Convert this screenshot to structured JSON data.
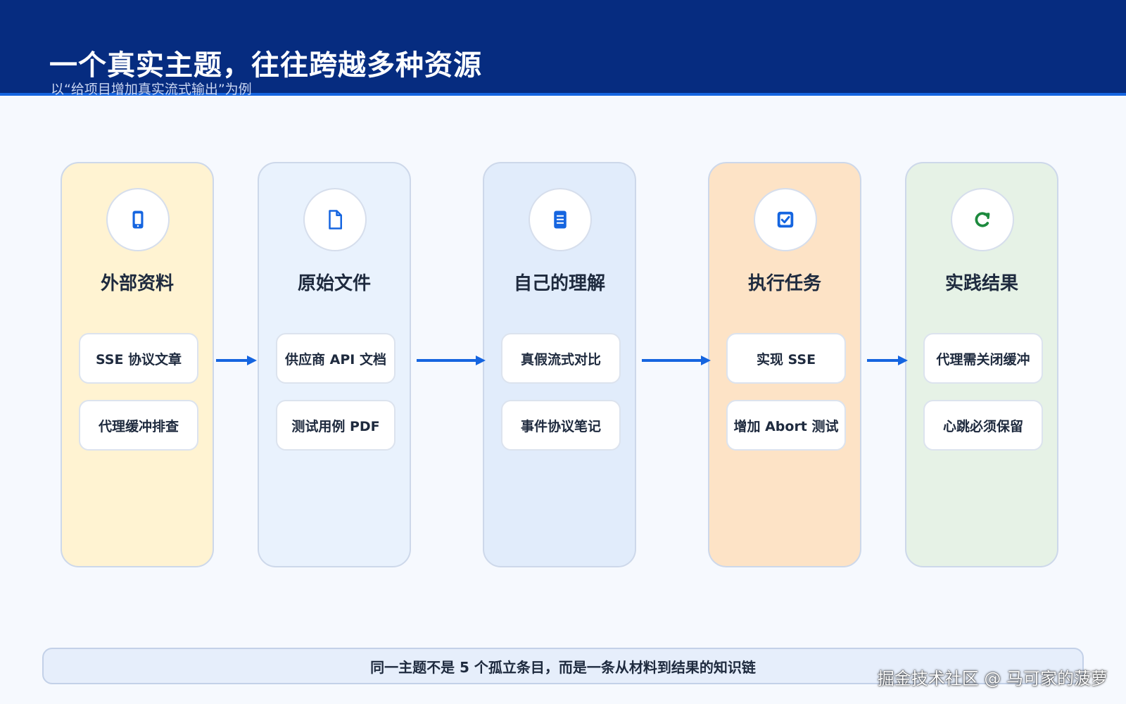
{
  "header": {
    "title": "一个真实主题，往往跨越多种资源",
    "subtitle": "以“给项目增加真实流式输出”为例"
  },
  "stages": [
    {
      "title": "外部资料",
      "icon": "phone-icon",
      "color": "#fff3d2",
      "items": [
        "SSE 协议文章",
        "代理缓冲排查"
      ]
    },
    {
      "title": "原始文件",
      "icon": "file-icon",
      "color": "#e9f2fd",
      "items": [
        "供应商 API 文档",
        "测试用例 PDF"
      ]
    },
    {
      "title": "自己的理解",
      "icon": "notes-icon",
      "color": "#e1ecfb",
      "items": [
        "真假流式对比",
        "事件协议笔记"
      ]
    },
    {
      "title": "执行任务",
      "icon": "checkbox-icon",
      "color": "#fde3c6",
      "items": [
        "实现 SSE",
        "增加 Abort 测试"
      ]
    },
    {
      "title": "实践结果",
      "icon": "refresh-icon",
      "color": "#e6f2e6",
      "items": [
        "代理需关闭缓冲",
        "心跳必须保留"
      ]
    }
  ],
  "footer": {
    "text": "同一主题不是 5 个孤立条目，而是一条从材料到结果的知识链"
  },
  "watermark": "掘金技术社区 @ 马可家的菠萝",
  "colors": {
    "header_bg": "#062c80",
    "accent_blue": "#1565e0",
    "green_icon": "#1d8a3e"
  }
}
